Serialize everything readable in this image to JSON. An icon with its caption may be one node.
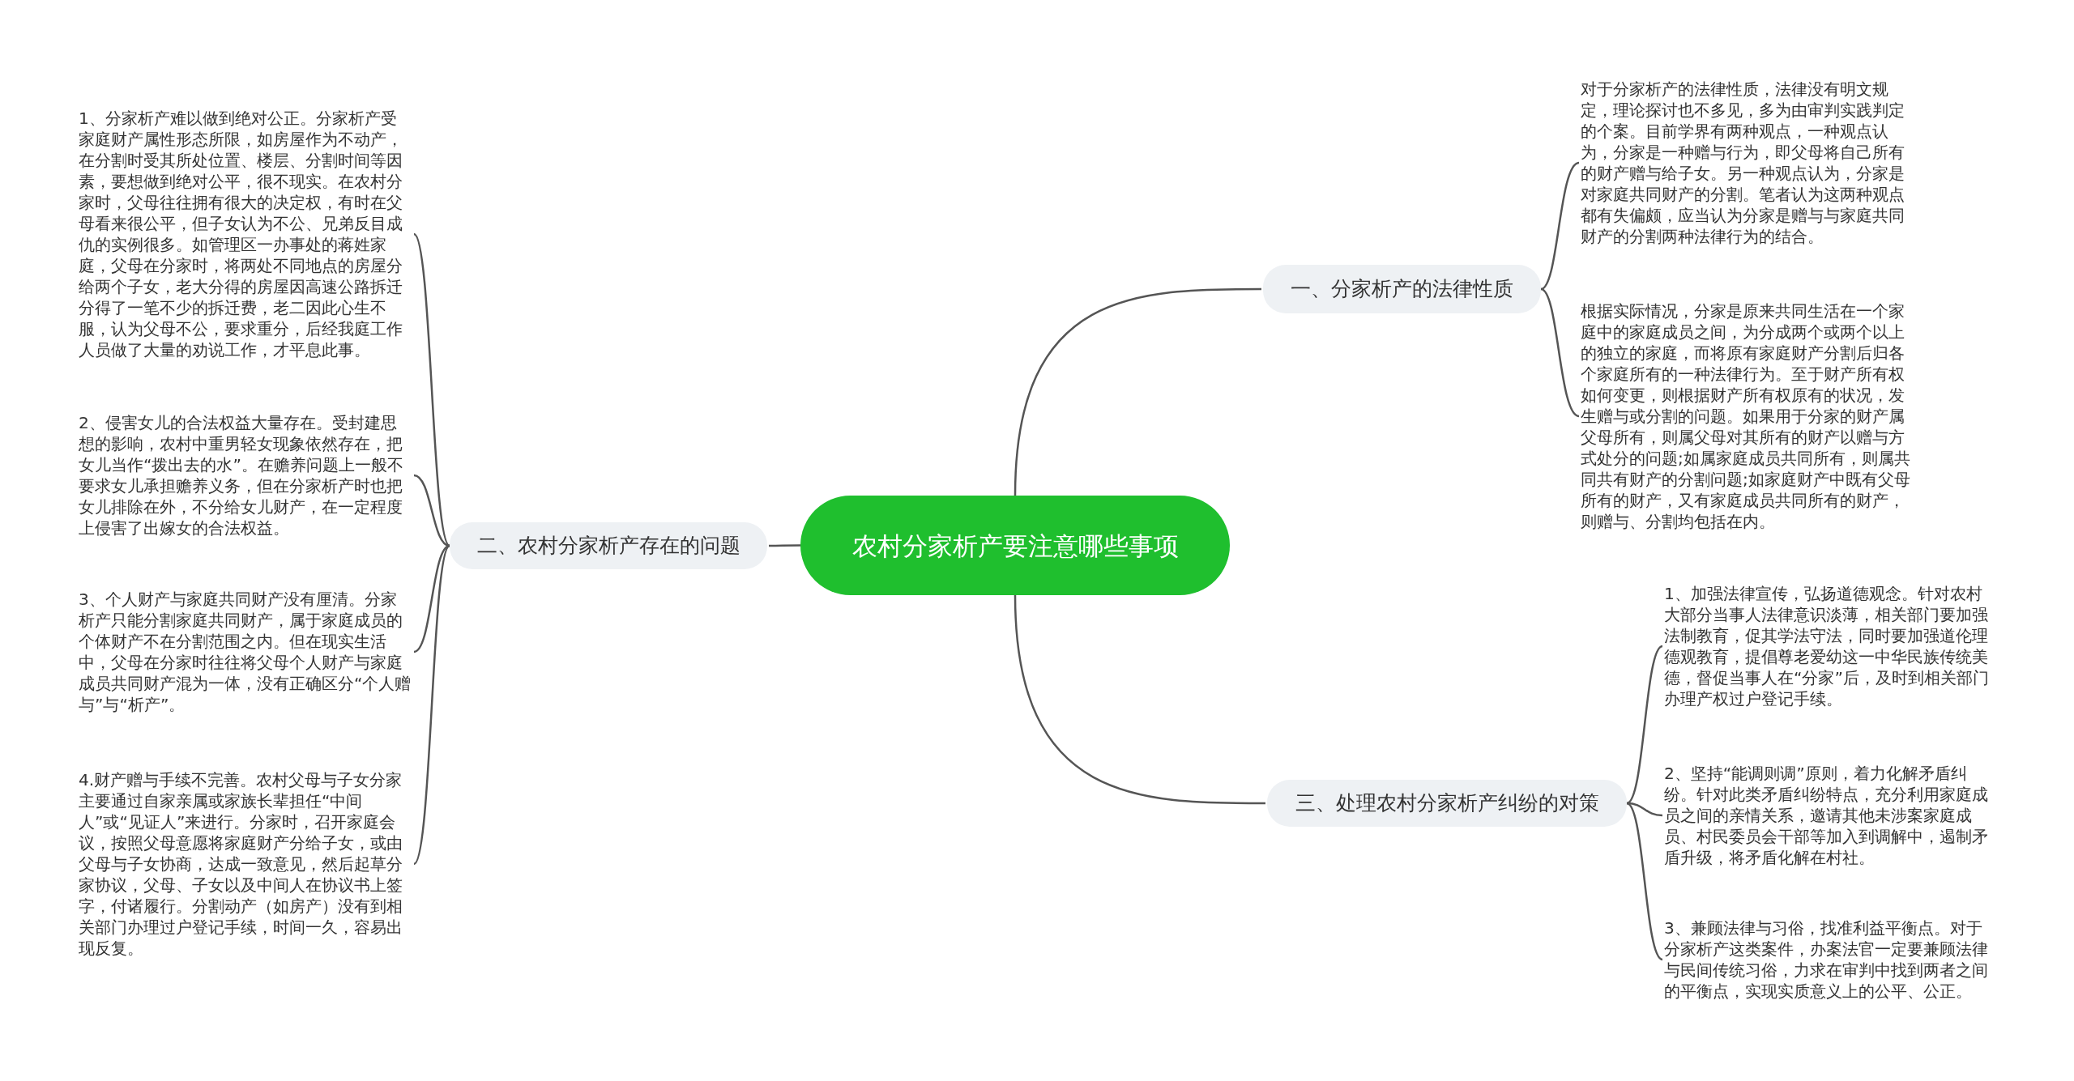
{
  "diagram": {
    "nodes": [
      {
        "text": [
          "农村分家析产要注意哪些事项"
        ]
      },
      {
        "text": [
          "一、分家析产的法律性质"
        ]
      },
      {
        "text": [
          "对于分家析产的法律性质，法律没有明文规定，理论探讨也不多见，多为由审判实践判定的个案。目前学界有两种观点，一种观点认为，分家是一种赠与行为，即父母将自己所有的财产赠与给子女。另一种观点认为，分家是对家庭共同财产的分割。笔者认为这两种观点都有失偏颇，应当认为分家是赠与与家庭共同财产的分割两种法律行为的结合。"
        ]
      },
      {
        "text": [
          "根据实际情况，分家是原来共同生活在一个家庭中的家庭成员之间，为分成两个或两个以上的独立的家庭，而将原有家庭财产分割后归各个家庭所有的一种法律行为。至于财产所有权如何变更，则根据财产所有权原有的状况，发生赠与或分割的问题。如果用于分家的财产属父母所有，则属父母对其所有的财产以赠与方式处分的问题;如属家庭成员共同所有，则属共同共有财产的分割问题;如家庭财产中既有父母所有的财产，又有家庭成员共同所有的财产，则赠与、分割均包括在内。"
        ]
      },
      {
        "text": [
          "二、农村分家析产存在的问题"
        ]
      },
      {
        "text": [
          "1、分家析产难以做到绝对公正。分家析产受家庭财产属性形态所限，如房屋作为不动产，在分割时受其所处位置、楼层、分割时间等因素，要想做到绝对公平，很不现实。在农村分家时，父母往往拥有很大的决定权，有时在父母看来很公平，但子女认为不公、兄弟反目成仇的实例很多。如管理区一办事处的蒋姓家庭，父母在分家时，将两处不同地点的房屋分给两个子女，老大分得的房屋因高速公路拆迁分得了一笔不少的拆迁费，老二因此心生不服，认为父母不公，要求重分，后经我庭工作人员做了大量的劝说工作，才平息此事。"
        ]
      },
      {
        "text": [
          "2、侵害女儿的合法权益大量存在。受封建思想的影响，农村中重男轻女现象依然存在，把女儿当作“拨出去的水”。在赡养问题上一般不要求女儿承担赡养义务，但在分家析产时也把女儿排除在外，不分给女儿财产，在一定程度上侵害了出嫁女的合法权益。"
        ]
      },
      {
        "text": [
          "3、个人财产与家庭共同财产没有厘清。分家析产只能分割家庭共同财产，属于家庭成员的个体财产不在分割范围之内。但在现实生活中，父母在分家时往往将父母个人财产与家庭成员共同财产混为一体，没有正确区分“个人赠与”与“析产”。"
        ]
      },
      {
        "text": [
          "4.财产赠与手续不完善。农村父母与子女分家主要通过自家亲属或家族长辈担任“中间人”或“见证人”来进行。分家时，召开家庭会议，按照父母意愿将家庭财产分给子女，或由父母与子女协商，达成一致意见，然后起草分家协议，父母、子女以及中间人在协议书上签字，付诸履行。分割动产（如房产）没有到相关部门办理过户登记手续，时间一久，容易出现反复。"
        ]
      },
      {
        "text": [
          "三、处理农村分家析产纠纷的对策"
        ]
      },
      {
        "text": [
          "1、加强法律宣传，弘扬道德观念。针对农村大部分当事人法律意识淡薄，相关部门要加强法制教育，促其学法守法，同时要加强道伦理德观教育，提倡尊老爱幼这一中华民族传统美德，督促当事人在“分家”后，及时到相关部门办理产权过户登记手续。"
        ]
      },
      {
        "text": [
          "2、坚持“能调则调”原则，着力化解矛盾纠纷。针对此类矛盾纠纷特点，充分利用家庭成员之间的亲情关系，邀请其他未涉案家庭成员、村民委员会干部等加入到调解中，遏制矛盾升级，将矛盾化解在村社。"
        ]
      },
      {
        "text": [
          "3、兼顾法律与习俗，找准利益平衡点。对于分家析产这类案件，办案法官一定要兼顾法律与民间传统习俗，力求在审判中找到两者之间的平衡点，实现实质意义上的公平、公正。"
        ]
      }
    ],
    "edges": [
      {
        "from": 0,
        "to": 1,
        "arrow": "none"
      },
      {
        "from": 1,
        "to": 2,
        "arrow": "none"
      },
      {
        "from": 1,
        "to": 3,
        "arrow": "none"
      },
      {
        "from": 0,
        "to": 4,
        "arrow": "none"
      },
      {
        "from": 4,
        "to": 5,
        "arrow": "none"
      },
      {
        "from": 4,
        "to": 6,
        "arrow": "none"
      },
      {
        "from": 4,
        "to": 7,
        "arrow": "none"
      },
      {
        "from": 4,
        "to": 8,
        "arrow": "none"
      },
      {
        "from": 0,
        "to": 9,
        "arrow": "none"
      },
      {
        "from": 9,
        "to": 10,
        "arrow": "none"
      },
      {
        "from": 9,
        "to": 11,
        "arrow": "none"
      },
      {
        "from": 9,
        "to": 12,
        "arrow": "none"
      }
    ]
  }
}
